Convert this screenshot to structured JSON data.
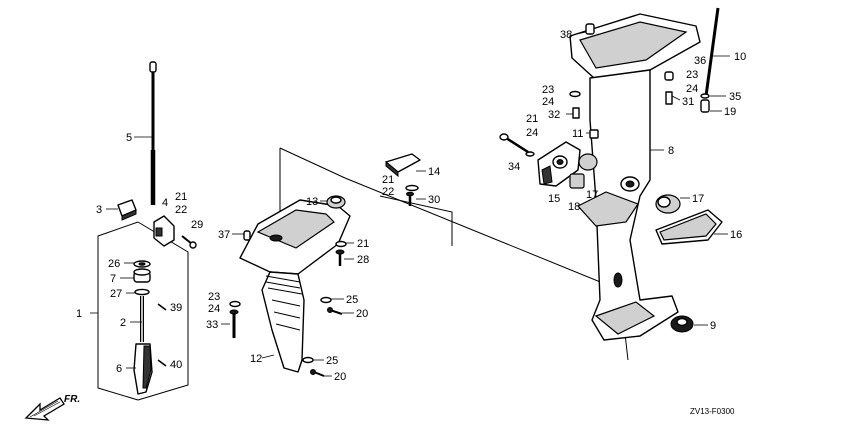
{
  "diagram": {
    "callouts": {
      "c1": "1",
      "c2": "2",
      "c3": "3",
      "c4": "4",
      "c5": "5",
      "c6": "6",
      "c7": "7",
      "c8": "8",
      "c9": "9",
      "c10": "10",
      "c11": "11",
      "c12": "12",
      "c13": "13",
      "c14": "14",
      "c15": "15",
      "c16": "16",
      "c17a": "17",
      "c17b": "17",
      "c18": "18",
      "c19": "19",
      "c20a": "20",
      "c20b": "20",
      "c21a": "21",
      "c21b": "21",
      "c21c": "21",
      "c21d": "21",
      "c22a": "22",
      "c22b": "22",
      "c23a": "23",
      "c23b": "23",
      "c23c": "23",
      "c24a": "24",
      "c24b": "24",
      "c24c": "24",
      "c24d": "24",
      "c25a": "25",
      "c25b": "25",
      "c26": "26",
      "c27": "27",
      "c28": "28",
      "c29": "29",
      "c30": "30",
      "c31": "31",
      "c32": "32",
      "c33": "33",
      "c34": "34",
      "c35": "35",
      "c36": "36",
      "c37": "37",
      "c38": "38",
      "c39": "39",
      "c40": "40"
    },
    "direction_label": "FR.",
    "drawing_code": "ZV13-F0300"
  }
}
